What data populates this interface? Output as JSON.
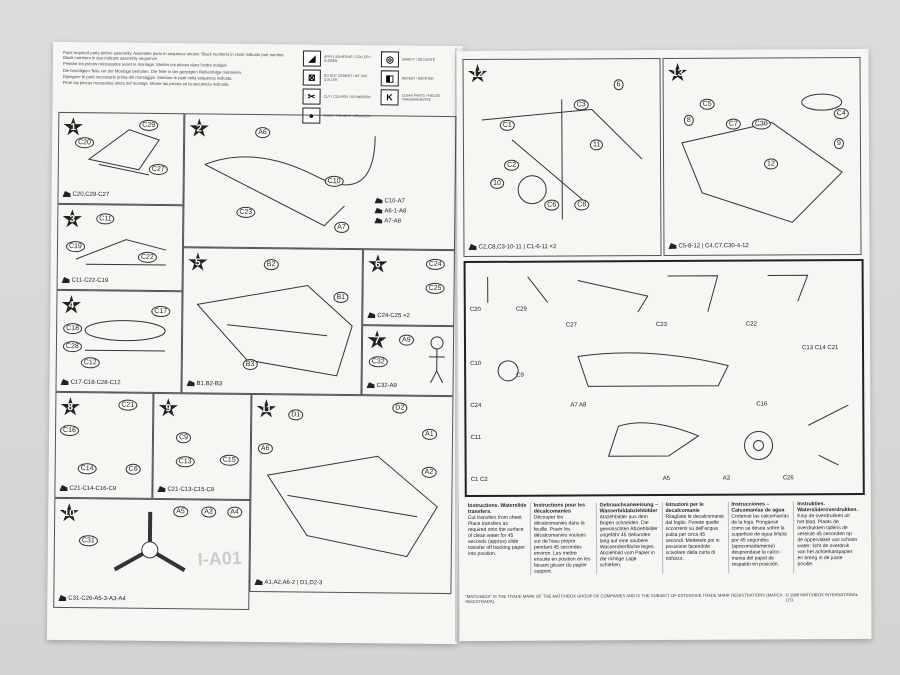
{
  "left_page": {
    "intro_lines": [
      "Paint required parts before assembly. Assemble parts in sequence shown. Black numbers in circle indicate part number. Black numbers in star indicate assembly sequence.",
      "Peindre les pièces nécessaires avant le montage. Monter les pièces dans l'ordre indiqué.",
      "Die benötigten Teile vor der Montage bemalen. Die Teile in der gezeigten Reihenfolge montieren.",
      "Dipingere le parti necessarie prima del montaggio. Montare le parti nella sequenza indicata.",
      "Pinte las piezas necesarias antes del montaje. Monte las piezas en la secuencia indicada."
    ],
    "key_icons": [
      {
        "icon": "glue-icon",
        "symbol": "◢",
        "text": "APPLY ADHESIVE / COLLER / KLEBEN"
      },
      {
        "icon": "do-not-glue-icon",
        "symbol": "⊠",
        "text": "DO NOT CEMENT / NE PAS COLLER"
      },
      {
        "icon": "cut-icon",
        "symbol": "✂",
        "text": "CUT / COUPER / SCHNEIDEN"
      },
      {
        "icon": "paint-icon",
        "symbol": "●",
        "text": "PAINT / PEINDRE / BEMALEN"
      },
      {
        "icon": "ring-icon",
        "symbol": "◎",
        "text": "SAFETY / SÉCURITÉ"
      },
      {
        "icon": "repeat-icon",
        "symbol": "◧",
        "text": "REPEAT / RÉPÉTER"
      },
      {
        "icon": "k-icon",
        "symbol": "K",
        "text": "CLEAR PARTS / PIÈCES TRANSPARENTES"
      }
    ],
    "steps": [
      {
        "num": "1",
        "labels": [
          "C29",
          "C20",
          "C27"
        ],
        "parts": "C20,C29-C27"
      },
      {
        "num": "2",
        "labels": [
          "A6",
          "C10",
          "C23",
          "A7"
        ],
        "parts_lines": [
          "C10-A7",
          "A6-1-A8",
          "A7-A8"
        ]
      },
      {
        "num": "3",
        "labels": [
          "C11",
          "C19",
          "C22"
        ],
        "parts": "C11-C22-C19"
      },
      {
        "num": "4",
        "labels": [
          "C18",
          "C28",
          "C17",
          "C12"
        ],
        "parts": "C17-C18-C28-C12"
      },
      {
        "num": "5",
        "labels": [
          "B2",
          "B1",
          "B3"
        ],
        "parts": "B1,B2-B3"
      },
      {
        "num": "6",
        "labels": [
          "C24",
          "C25"
        ],
        "parts": "C24-C25 ×2"
      },
      {
        "num": "7",
        "labels": [
          "A9",
          "C32"
        ],
        "parts": "C32-A9"
      },
      {
        "num": "8",
        "labels": [
          "C21",
          "C16",
          "C14",
          "C6"
        ],
        "parts": "C21-C14-C16-C9"
      },
      {
        "num": "9",
        "labels": [
          "C9",
          "C13",
          "C15"
        ],
        "parts": "C21-C13-C15-C9"
      },
      {
        "num": "10",
        "labels": [
          "C31",
          "A5",
          "A3",
          "A4"
        ],
        "parts": "C31-C26-A5-3-A3-A4"
      },
      {
        "num": "11",
        "labels": [
          "D1",
          "D2",
          "A6",
          "A1",
          "A2"
        ],
        "parts": "A1,A2,A6-2 | D1,D2-3"
      }
    ],
    "watermark": "I-A01"
  },
  "right_page": {
    "steps": [
      {
        "num": "12",
        "labels": [
          "C1",
          "C3",
          "C2",
          "C6",
          "C8",
          "10",
          "11",
          "6"
        ],
        "parts": "C2,C8,C3-10-11 | C1-6-11 ×2"
      },
      {
        "num": "13",
        "labels": [
          "C5",
          "C4",
          "C7",
          "C30",
          "8",
          "9",
          "12"
        ],
        "parts": "C5-8-12 | C4,C7,C30-4-12"
      }
    ],
    "sprue_labels": [
      "C20",
      "C29",
      "C27",
      "C23",
      "C22",
      "C13 C14 C21",
      "C10",
      "C9",
      "A7 A8",
      "C16",
      "C24",
      "C11",
      "A5",
      "A3",
      "C26",
      "C1 C2"
    ],
    "languages": [
      {
        "heading": "Instructions. Waterslide transfers.",
        "body": "Cut transfers from sheet. Place transfers as required onto the surface of clean water for 45 seconds (approx) slide transfer off backing paper into position."
      },
      {
        "heading": "Instructions pour les décalcomanies",
        "body": "Découper les décalcomanies dans la feuille. Poser les décalcomanies voulues sur de l'eau propre pendant 45 secondes environ. Les mettre ensuite en position en les faisant glisser du papier support."
      },
      {
        "heading": "Gebrauchsanweisung – Wasserbildabziehbilder",
        "body": "Abziehbilder aus dem Bogen schneiden. Die gewünschten Abziehbilder ungefähr 45 Sekunden lang auf eine saubere Wasseroberfläche legen. Abziehbild vom Papier in die richtige Lage schieben."
      },
      {
        "heading": "Istruzioni per le decalcomanie",
        "body": "Ritagliate le decalcomanie dal foglio. Ponete quelle occorrenti su dell'acqua pulita per circa 45 secondi. Mettetele poi in posizione facendole scivolare dalla carta di rinforzo."
      },
      {
        "heading": "Instrucciones – Calcomanías de agua",
        "body": "Cortense las calcomanías de la hoja. Ponganse como se desea sobre la superficie de agua limpia por 45 segundos (aproximadamente) desprendase la calco -mania del papel de respaldo en posición."
      },
      {
        "heading": "Instrukties. Waterslideroverdrukken.",
        "body": "Knip de overdrukken uit het blad. Plaats de overdrukken tijdens de vereiste 45 seconden op de oppervlakte van schoon water; licht de overdruk van het achterkantpapier en breng in de juiste positie."
      }
    ],
    "footer_left": "\"MATCHBOX\" IS THE TRADE MARK OF THE MATCHBOX GROUP OF COMPANIES AND IS THE SUBJECT OF EXTENSIVE TRADE MARK REGISTRATIONS (MARCA REGISTRADA).",
    "footer_right": "© 1988 MATCHBOX INTERNATIONAL LTD."
  }
}
